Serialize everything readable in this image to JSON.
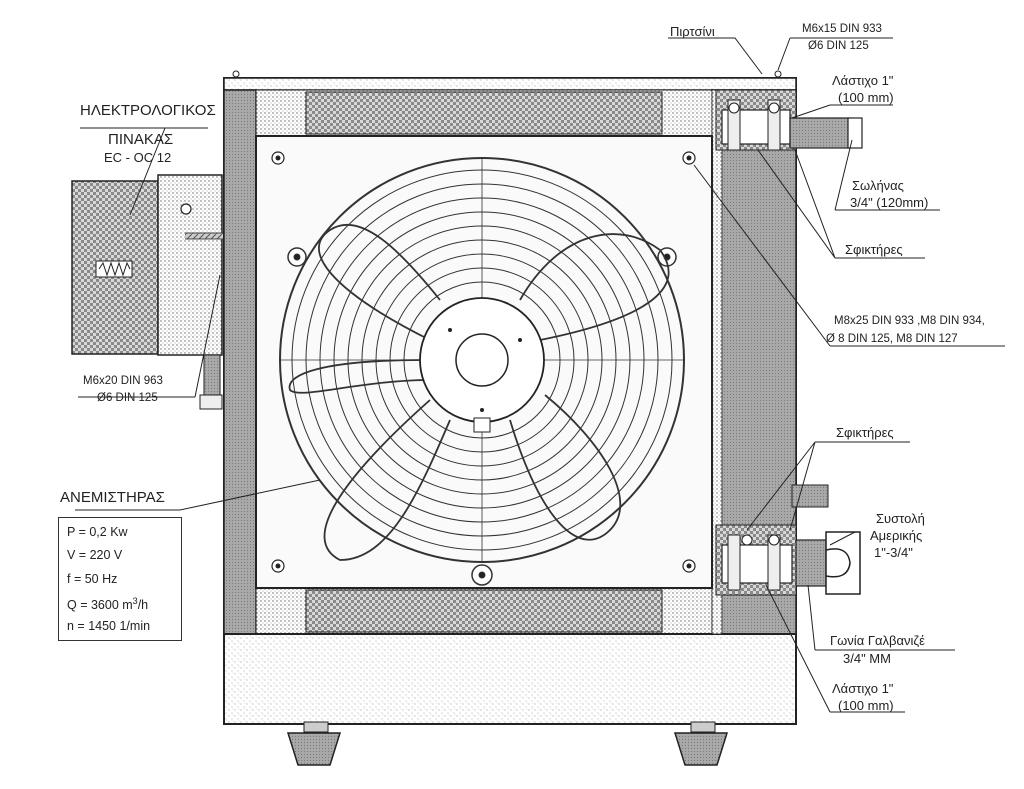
{
  "labels": {
    "piston": "Πιρτσίνι",
    "bolt_top_1": "M6x15 DIN 933",
    "bolt_top_2": "Ø6 DIN 125",
    "rubber_top_1": "Λάστιχο 1\"",
    "rubber_top_2": "(100 mm)",
    "panel_1": "ΗΛΕΚΤΡΟΛΟΓΙΚΟΣ",
    "panel_2": "ΠΙΝΑΚΑΣ",
    "panel_3": "EC - OC 12",
    "hose_1": "Σωλήνας",
    "hose_2": "3/4\" (120mm)",
    "clamps_top": "Σφικτήρες",
    "bolt_right_1": "M8x25 DIN 933 ,M8 DIN 934,",
    "bolt_right_2": "Ø 8 DIN 125, M8 DIN 127",
    "bolt_left_1": "M6x20 DIN 963",
    "bolt_left_2": "Ø6 DIN 125",
    "clamps_bottom": "Σφικτήρες",
    "fan_title": "ΑΝΕΜΙΣΤΗΡΑΣ",
    "reducer_1": "Συστολή",
    "reducer_2": "Αμερικής",
    "reducer_3": "1\"-3/4\"",
    "elbow_1": "Γωνία Γαλβανιζέ",
    "elbow_2": "3/4\" MM",
    "rubber_bottom_1": "Λάστιχο 1\"",
    "rubber_bottom_2": "(100 mm)"
  },
  "specs": {
    "power": "P = 0,2 Kw",
    "voltage": "V = 220 V",
    "frequency": "f = 50 Hz",
    "flow_prefix": "Q = 3600 m",
    "flow_exp": "3",
    "flow_suffix": "/h",
    "speed": "n = 1450 1/min"
  },
  "colors": {
    "line": "#222222",
    "hatch": "#9a9a9a",
    "panel": "#f4f4f4"
  }
}
